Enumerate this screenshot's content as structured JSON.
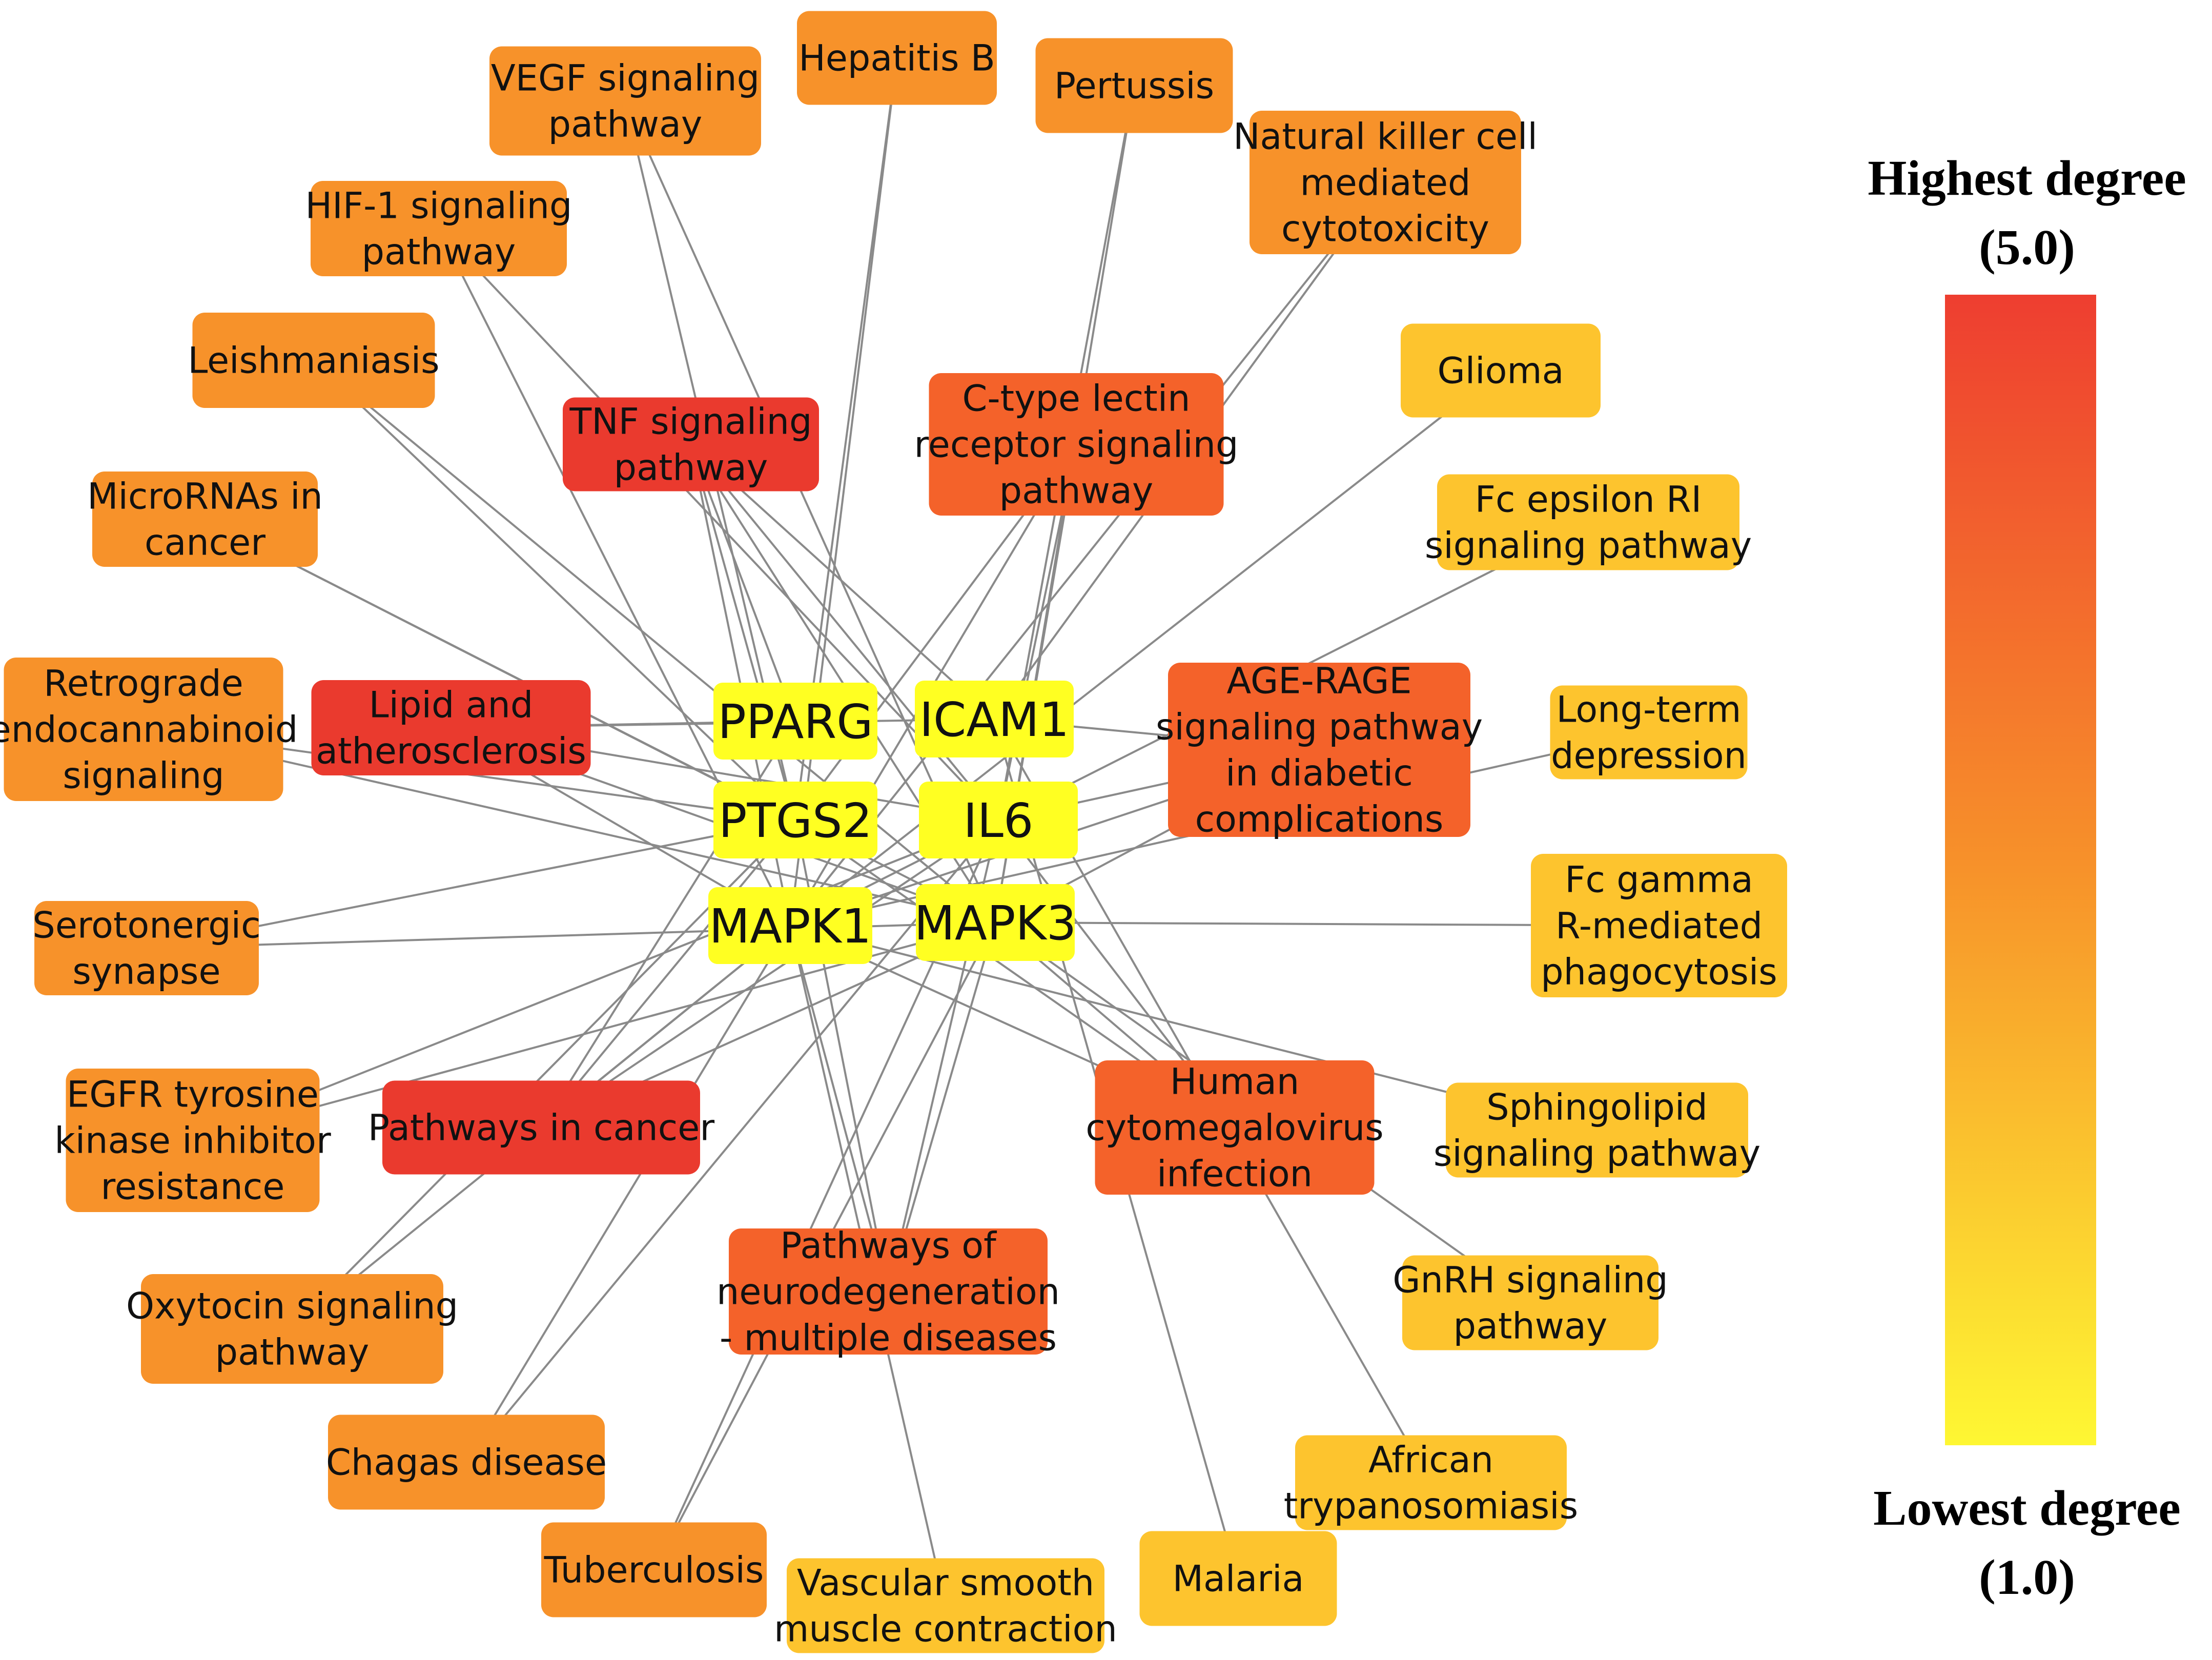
{
  "genes": [
    {
      "id": "g_pparg",
      "label": "PPARG"
    },
    {
      "id": "g_icam1",
      "label": "ICAM1"
    },
    {
      "id": "g_ptgs2",
      "label": "PTGS2"
    },
    {
      "id": "g_il6",
      "label": "IL6"
    },
    {
      "id": "g_mapk1",
      "label": "MAPK1"
    },
    {
      "id": "g_mapk3",
      "label": "MAPK3"
    }
  ],
  "pathways": [
    {
      "id": "p_hepb",
      "lines": [
        "Hepatitis B"
      ],
      "degree": 2
    },
    {
      "id": "p_pertussis",
      "lines": [
        "Pertussis"
      ],
      "degree": 2
    },
    {
      "id": "p_vegf",
      "lines": [
        "VEGF signaling",
        "pathway"
      ],
      "degree": 2
    },
    {
      "id": "p_nk",
      "lines": [
        "Natural killer cell",
        "mediated",
        "cytotoxicity"
      ],
      "degree": 2
    },
    {
      "id": "p_hif",
      "lines": [
        "HIF-1 signaling",
        "pathway"
      ],
      "degree": 2
    },
    {
      "id": "p_leish",
      "lines": [
        "Leishmaniasis"
      ],
      "degree": 2
    },
    {
      "id": "p_tnf",
      "lines": [
        "TNF signaling",
        "pathway"
      ],
      "degree": 5
    },
    {
      "id": "p_ctype",
      "lines": [
        "C-type lectin",
        "receptor signaling",
        "pathway"
      ],
      "degree": 3
    },
    {
      "id": "p_glioma",
      "lines": [
        "Glioma"
      ],
      "degree": 1
    },
    {
      "id": "p_mirna",
      "lines": [
        "MicroRNAs in",
        "cancer"
      ],
      "degree": 2
    },
    {
      "id": "p_fceps",
      "lines": [
        "Fc epsilon RI",
        "signaling pathway"
      ],
      "degree": 1
    },
    {
      "id": "p_retro",
      "lines": [
        "Retrograde",
        "endocannabinoid",
        "signaling"
      ],
      "degree": 2
    },
    {
      "id": "p_lipid",
      "lines": [
        "Lipid and",
        "atherosclerosis"
      ],
      "degree": 5
    },
    {
      "id": "p_agerage",
      "lines": [
        "AGE-RAGE",
        "signaling pathway",
        "in diabetic",
        "complications"
      ],
      "degree": 3
    },
    {
      "id": "p_ltd",
      "lines": [
        "Long-term",
        "depression"
      ],
      "degree": 1
    },
    {
      "id": "p_sero",
      "lines": [
        "Serotonergic",
        "synapse"
      ],
      "degree": 2
    },
    {
      "id": "p_fcgamma",
      "lines": [
        "Fc gamma",
        "R-mediated",
        "phagocytosis"
      ],
      "degree": 1
    },
    {
      "id": "p_egfr",
      "lines": [
        "EGFR tyrosine",
        "kinase inhibitor",
        "resistance"
      ],
      "degree": 2
    },
    {
      "id": "p_pic",
      "lines": [
        "Pathways in cancer"
      ],
      "degree": 5
    },
    {
      "id": "p_hcmv",
      "lines": [
        "Human",
        "cytomegalovirus",
        "infection"
      ],
      "degree": 3
    },
    {
      "id": "p_sphingo",
      "lines": [
        "Sphingolipid",
        "signaling pathway"
      ],
      "degree": 1
    },
    {
      "id": "p_neuro",
      "lines": [
        "Pathways of",
        "neurodegeneration",
        "- multiple diseases"
      ],
      "degree": 3
    },
    {
      "id": "p_oxy",
      "lines": [
        "Oxytocin signaling",
        "pathway"
      ],
      "degree": 2
    },
    {
      "id": "p_gnrh",
      "lines": [
        "GnRH signaling",
        "pathway"
      ],
      "degree": 1
    },
    {
      "id": "p_chagas",
      "lines": [
        "Chagas disease"
      ],
      "degree": 2
    },
    {
      "id": "p_african",
      "lines": [
        "African",
        "trypanosomiasis"
      ],
      "degree": 1
    },
    {
      "id": "p_tb",
      "lines": [
        "Tuberculosis"
      ],
      "degree": 2
    },
    {
      "id": "p_vsmc",
      "lines": [
        "Vascular smooth",
        "muscle contraction"
      ],
      "degree": 1
    },
    {
      "id": "p_malaria",
      "lines": [
        "Malaria"
      ],
      "degree": 1
    }
  ],
  "edges": [
    [
      "p_hepb",
      "g_ptgs2"
    ],
    [
      "p_hepb",
      "g_mapk1"
    ],
    [
      "p_pertussis",
      "g_il6"
    ],
    [
      "p_pertussis",
      "g_mapk3"
    ],
    [
      "p_vegf",
      "g_ptgs2"
    ],
    [
      "p_vegf",
      "g_mapk3"
    ],
    [
      "p_nk",
      "g_icam1"
    ],
    [
      "p_nk",
      "g_mapk1"
    ],
    [
      "p_hif",
      "g_il6"
    ],
    [
      "p_hif",
      "g_mapk1"
    ],
    [
      "p_leish",
      "g_ptgs2"
    ],
    [
      "p_leish",
      "g_mapk3"
    ],
    [
      "p_tnf",
      "g_pparg"
    ],
    [
      "p_tnf",
      "g_icam1"
    ],
    [
      "p_tnf",
      "g_ptgs2"
    ],
    [
      "p_tnf",
      "g_il6"
    ],
    [
      "p_tnf",
      "g_mapk1"
    ],
    [
      "p_tnf",
      "g_mapk3"
    ],
    [
      "p_ctype",
      "g_ptgs2"
    ],
    [
      "p_ctype",
      "g_il6"
    ],
    [
      "p_ctype",
      "g_mapk1"
    ],
    [
      "p_ctype",
      "g_mapk3"
    ],
    [
      "p_glioma",
      "g_mapk1"
    ],
    [
      "p_mirna",
      "g_ptgs2"
    ],
    [
      "p_mirna",
      "g_mapk3"
    ],
    [
      "p_fceps",
      "g_mapk1"
    ],
    [
      "p_retro",
      "g_ptgs2"
    ],
    [
      "p_retro",
      "g_mapk3"
    ],
    [
      "p_lipid",
      "g_pparg"
    ],
    [
      "p_lipid",
      "g_icam1"
    ],
    [
      "p_lipid",
      "g_il6"
    ],
    [
      "p_lipid",
      "g_mapk1"
    ],
    [
      "p_lipid",
      "g_mapk3"
    ],
    [
      "p_agerage",
      "g_icam1"
    ],
    [
      "p_agerage",
      "g_il6"
    ],
    [
      "p_agerage",
      "g_mapk1"
    ],
    [
      "p_agerage",
      "g_mapk3"
    ],
    [
      "p_ltd",
      "g_mapk1"
    ],
    [
      "p_sero",
      "g_ptgs2"
    ],
    [
      "p_sero",
      "g_mapk3"
    ],
    [
      "p_fcgamma",
      "g_mapk3"
    ],
    [
      "p_egfr",
      "g_il6"
    ],
    [
      "p_egfr",
      "g_mapk3"
    ],
    [
      "p_pic",
      "g_pparg"
    ],
    [
      "p_pic",
      "g_ptgs2"
    ],
    [
      "p_pic",
      "g_il6"
    ],
    [
      "p_pic",
      "g_mapk1"
    ],
    [
      "p_pic",
      "g_mapk3"
    ],
    [
      "p_hcmv",
      "g_ptgs2"
    ],
    [
      "p_hcmv",
      "g_il6"
    ],
    [
      "p_hcmv",
      "g_mapk1"
    ],
    [
      "p_hcmv",
      "g_mapk3"
    ],
    [
      "p_sphingo",
      "g_mapk1"
    ],
    [
      "p_neuro",
      "g_ptgs2"
    ],
    [
      "p_neuro",
      "g_il6"
    ],
    [
      "p_neuro",
      "g_mapk1"
    ],
    [
      "p_neuro",
      "g_mapk3"
    ],
    [
      "p_oxy",
      "g_ptgs2"
    ],
    [
      "p_oxy",
      "g_mapk1"
    ],
    [
      "p_gnrh",
      "g_mapk3"
    ],
    [
      "p_chagas",
      "g_il6"
    ],
    [
      "p_chagas",
      "g_mapk1"
    ],
    [
      "p_african",
      "g_icam1"
    ],
    [
      "p_tb",
      "g_il6"
    ],
    [
      "p_tb",
      "g_mapk3"
    ],
    [
      "p_vsmc",
      "g_mapk1"
    ],
    [
      "p_malaria",
      "g_icam1"
    ]
  ],
  "legend": {
    "top_line1": "Highest degree",
    "top_line2": "(5.0)",
    "bottom_line1": "Lowest degree",
    "bottom_line2": "(1.0)",
    "max_degree": 5.0,
    "min_degree": 1.0,
    "colors": {
      "high": "#ee3e30",
      "mid": "#f7922a",
      "low": "#fef733"
    }
  },
  "colors": {
    "gene_fill": "#ffff22",
    "edge": "#8a8a8a",
    "degree_5": "#ea3a2e",
    "degree_3": "#f4622a",
    "degree_2": "#f7922a",
    "degree_1": "#fdc42e"
  }
}
